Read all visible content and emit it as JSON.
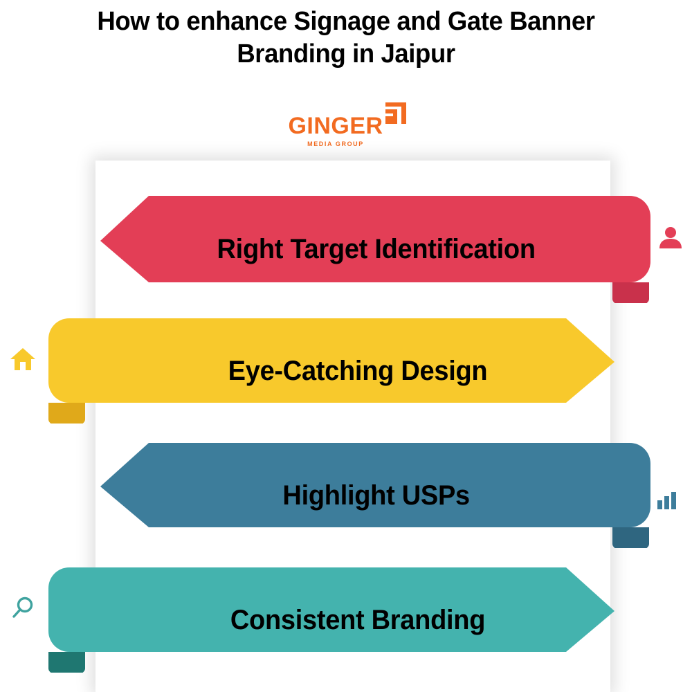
{
  "title": {
    "line1": "How to enhance Signage and Gate Banner",
    "line2": "Branding in Jaipur"
  },
  "logo": {
    "name": "GINGER",
    "tagline": "MEDIA GROUP",
    "mark_icon": "nested-square-arrow-icon",
    "color": "#F26B21"
  },
  "colors": {
    "red": "#E33E56",
    "red_fold": "#C9314B",
    "yellow": "#F8C92C",
    "yellow_fold": "#E0A91A",
    "blue": "#3D7D9B",
    "blue_fold": "#2F6680",
    "teal": "#44B3AE",
    "teal_fold": "#1F7771",
    "card": "#FFFFFF",
    "text": "#000000"
  },
  "banners": [
    {
      "id": "right-target-identification",
      "label": "Right Target Identification",
      "color": "#E33E56",
      "fold_color": "#C9314B",
      "direction": "left",
      "icon": "person-icon",
      "icon_side": "right"
    },
    {
      "id": "eye-catching-design",
      "label": "Eye-Catching Design",
      "color": "#F8C92C",
      "fold_color": "#E0A91A",
      "direction": "right",
      "icon": "home-icon",
      "icon_side": "left"
    },
    {
      "id": "highlight-usps",
      "label": "Highlight USPs",
      "color": "#3D7D9B",
      "fold_color": "#2F6680",
      "direction": "left",
      "icon": "bar-chart-icon",
      "icon_side": "right"
    },
    {
      "id": "consistent-branding",
      "label": "Consistent Branding",
      "color": "#44B3AE",
      "fold_color": "#1F7771",
      "direction": "right",
      "icon": "search-icon",
      "icon_side": "left"
    }
  ]
}
